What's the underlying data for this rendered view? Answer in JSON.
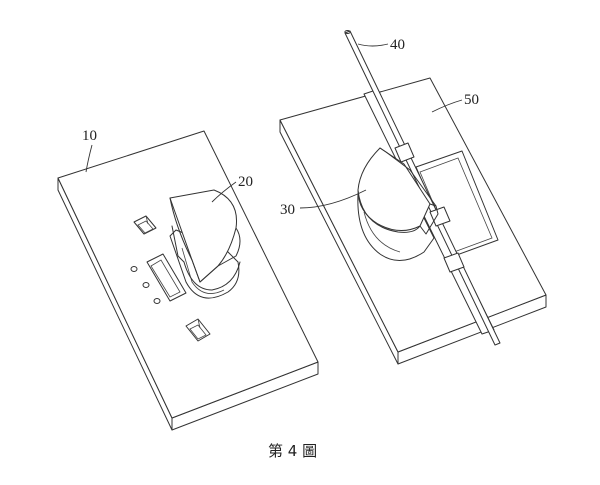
{
  "labels": {
    "plate_left": "10",
    "shell_left": "20",
    "shell_right": "30",
    "rod": "40",
    "plate_right": "50"
  },
  "caption": "第 4 圖"
}
